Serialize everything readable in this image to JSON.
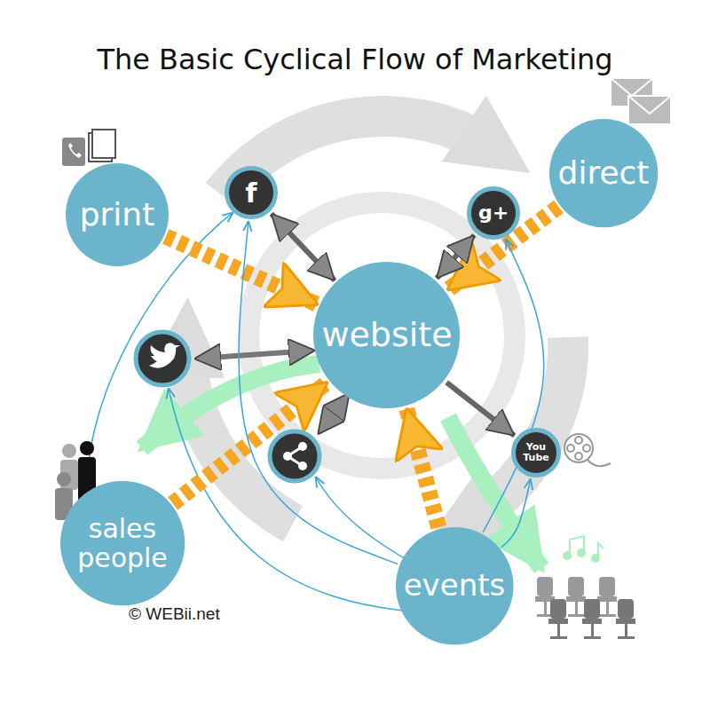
{
  "diagram": {
    "title": "The Basic Cyclical Flow of Marketing",
    "nodes": [
      {
        "text": [
          "print"
        ]
      },
      {
        "text": [
          "f"
        ]
      },
      {
        "text": [
          "g+"
        ]
      },
      {
        "text": [
          "direct"
        ]
      },
      {
        "text": [
          "website"
        ]
      },
      {
        "text": [
          "You Tube"
        ]
      },
      {
        "text": [
          "sales people"
        ]
      },
      {
        "text": [
          "events"
        ]
      }
    ],
    "edges": [
      {
        "from": 0,
        "to": 4,
        "arrow": "to"
      },
      {
        "from": 3,
        "to": 4,
        "arrow": "to"
      },
      {
        "from": 6,
        "to": 4,
        "arrow": "to"
      },
      {
        "from": 7,
        "to": 4,
        "arrow": "to"
      },
      {
        "from": 4,
        "to": 1,
        "arrow": "both"
      },
      {
        "from": 4,
        "to": 2,
        "arrow": "both"
      },
      {
        "from": 4,
        "to": 5,
        "arrow": "to"
      },
      {
        "from": 7,
        "to": 1,
        "arrow": "to"
      },
      {
        "from": 7,
        "to": 2,
        "arrow": "to"
      },
      {
        "from": 7,
        "to": 5,
        "arrow": "to"
      }
    ],
    "labels": [
      "© WEBii.net"
    ]
  }
}
